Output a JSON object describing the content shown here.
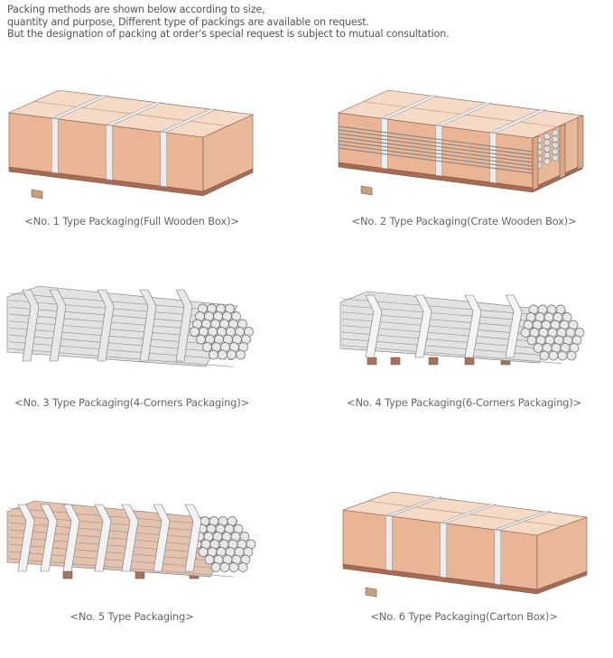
{
  "intro": [
    "Packing methods are shown below according to size,",
    "quantity and purpose, Different type of packings are available on request.",
    "But the designation of packing at order's special request is subject to mutual consultation."
  ],
  "packagings": [
    {
      "caption": "<No. 1 Type Packaging(Full Wooden Box)>"
    },
    {
      "caption": "<No. 2 Type Packaging(Crate Wooden Box)>"
    },
    {
      "caption": "<No. 3 Type Packaging(4-Corners Packaging)>"
    },
    {
      "caption": "<No. 4 Type Packaging(6-Corners Packaging)>"
    },
    {
      "caption": "<No. 5 Type Packaging>"
    },
    {
      "caption": "<No. 6 Type Packaging(Carton Box)>"
    }
  ],
  "colors": {
    "wood": "#eab594",
    "wood_light": "#f6dac8",
    "base": "#a86a52",
    "strap": "#e6e6e6",
    "pipe": "#d8d8d8"
  }
}
